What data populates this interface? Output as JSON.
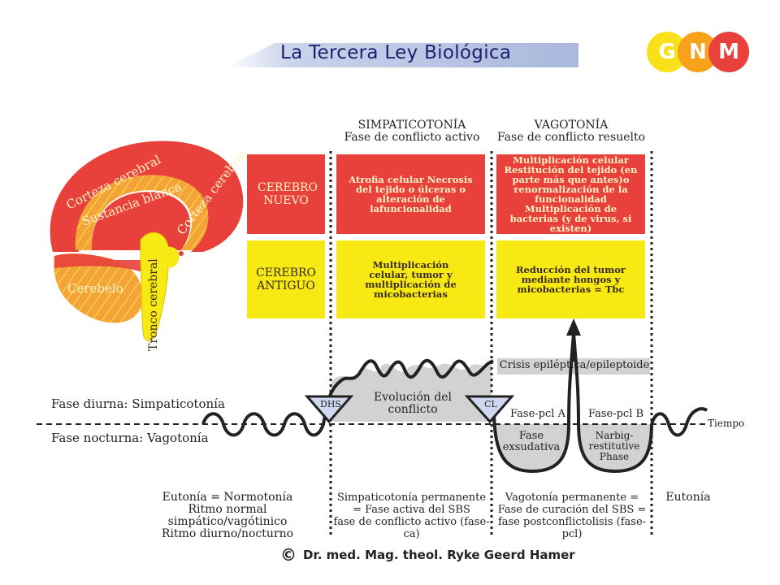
{
  "header": {
    "title": "La Tercera Ley Biológica",
    "logo_letters": [
      "G",
      "N",
      "M"
    ],
    "logo_colors": [
      "#f9e11a",
      "#f7a21b",
      "#e8403a"
    ]
  },
  "brain": {
    "corteza_label": "Corteza cerebral",
    "corteza_label_right": "Corteza cerebral",
    "sustancia_label": "Sustancia blanca",
    "cerebelo_label": "Cerebelo",
    "tronco_label": "Tronco cerebral"
  },
  "columns": {
    "simp_title": "SIMPATICOTONÍA",
    "simp_subtitle": "Fase de conflicto activo",
    "vago_title": "VAGOTONÍA",
    "vago_subtitle": "Fase de conflicto resuelto"
  },
  "grid": {
    "cerebro_nuevo": "CEREBRO NUEVO",
    "cerebro_antiguo": "CEREBRO ANTIGUO",
    "nuevo_simp": "Atrofia celular Necrosis del tejido o úlceras o alteración de lafuncionalidad",
    "nuevo_vago": "Multiplicación celular Restitución del tejido (en parte más que antes)o renormalización de la funcionalidad Multiplicación de bacterias (y de virus, si existen)",
    "antiguo_simp": "Multiplicación celular, tumor y multiplicación de micobacterias",
    "antiguo_vago": "Reducción del tumor mediante hongos y micobacterias = Tbc"
  },
  "curve": {
    "fase_diurna": "Fase diurna: Simpaticotonía",
    "fase_nocturna": "Fase nocturna: Vagotonía",
    "dhs": "DHS",
    "cl": "CL",
    "evolucion": "Evolución del conflicto",
    "crisis": "Crisis epiléptica/epileptoide",
    "fase_pcl_a": "Fase-pcl A",
    "fase_pcl_b": "Fase-pcl B",
    "exsudativa": "Fase exsudativa",
    "narbig": "Narbig- restitutive Phase",
    "tiempo": "Tiempo"
  },
  "bottom": {
    "eutonia_left_1": "Eutonía = Normotonía",
    "eutonia_left_2": "Ritmo normal simpático/vagótinico",
    "eutonia_left_3": "Ritmo diurno/nocturno",
    "simp_1": "Simpaticotonía permanente",
    "simp_2": "= Fase activa del SBS",
    "simp_3": "fase de conflicto activo (fase-ca)",
    "vago_1": "Vagotonía permanente =",
    "vago_2": "Fase de curación del SBS =",
    "vago_3": "fase postconflictolisis (fase-pcl)",
    "eutonia_right": "Eutonía"
  },
  "footer": {
    "copyright_symbol": "©",
    "author": "Dr. med. Mag. theol. Ryke Geerd Hamer"
  },
  "colors": {
    "red": "#e8403a",
    "yellow": "#f7ea14",
    "orange": "#f4a33a",
    "gray": "#d2d2d2"
  }
}
